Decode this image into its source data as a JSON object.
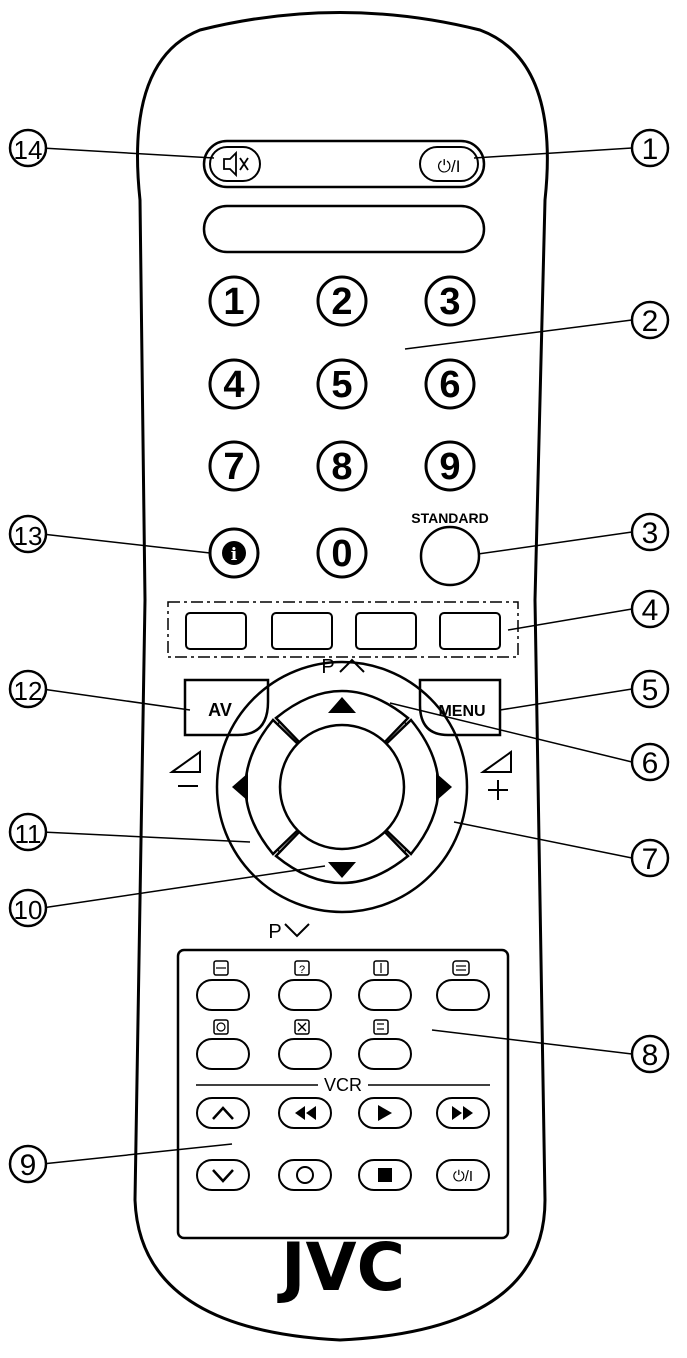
{
  "remote": {
    "brand": "JVC",
    "power_label": "⏻/I",
    "mute_glyph": "🔇",
    "digits": [
      "1",
      "2",
      "3",
      "4",
      "5",
      "6",
      "7",
      "8",
      "9",
      "0"
    ],
    "standard_label": "STANDARD",
    "info_glyph": "i",
    "av_label": "AV",
    "menu_label": "MENU",
    "p_up_label": "P",
    "p_down_label": "P",
    "vcr_label": "VCR",
    "vcr_power_label": "⏻/I"
  },
  "callouts": [
    "1",
    "2",
    "3",
    "4",
    "5",
    "6",
    "7",
    "8",
    "9",
    "10",
    "11",
    "12",
    "13",
    "14"
  ],
  "icons": {
    "mute": "mute-icon",
    "power": "power-icon",
    "info": "info-icon",
    "up_arrow": "triangle-up-icon",
    "down_arrow": "triangle-down-icon",
    "left_arrow": "triangle-left-icon",
    "right_arrow": "triangle-right-icon",
    "volume": "volume-wedge-icon",
    "rewind": "rewind-icon",
    "play": "play-icon",
    "fast_forward": "fast-forward-icon",
    "record": "record-icon",
    "stop": "stop-icon"
  },
  "colors": {
    "line": "#000000",
    "background": "#ffffff"
  }
}
